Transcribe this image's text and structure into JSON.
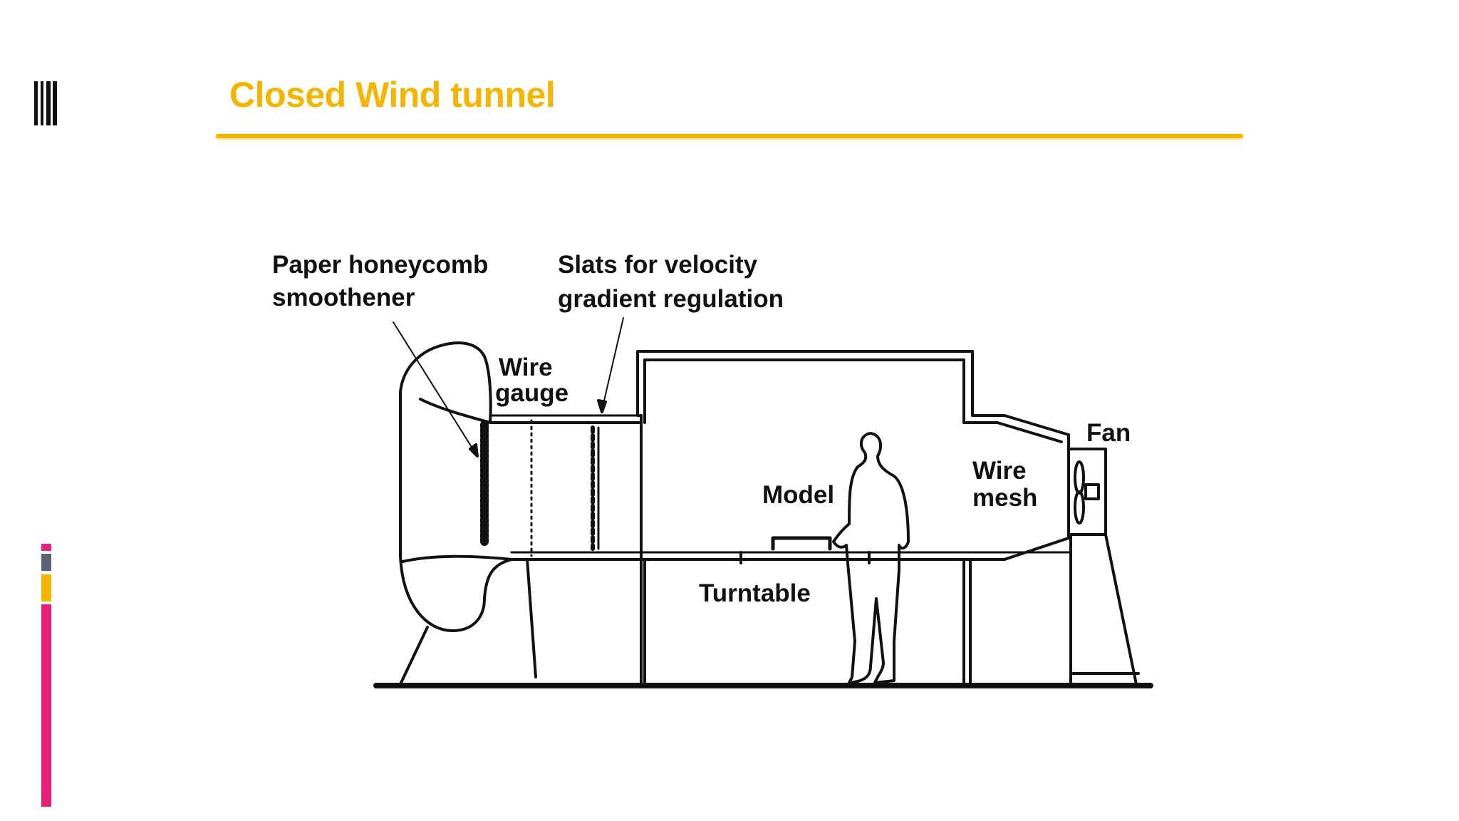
{
  "slide": {
    "title": "Closed Wind tunnel",
    "colors": {
      "accent": "#f5b400",
      "side_pink": "#e8207a",
      "side_slate": "#5a6274",
      "side_yellow": "#f5b400",
      "ink": "#111111"
    },
    "icons": [
      "corner-bars-icon",
      "side-color-bar"
    ]
  },
  "diagram": {
    "labels": {
      "honeycomb_line1": "Paper honeycomb",
      "honeycomb_line2": "smoothener",
      "slats_line1": "Slats for velocity",
      "slats_line2": "gradient regulation",
      "wire_gauge_line1": "Wire",
      "wire_gauge_line2": "gauge",
      "fan": "Fan",
      "wire_mesh_line1": "Wire",
      "wire_mesh_line2": "mesh",
      "model": "Model",
      "turntable": "Turntable"
    }
  }
}
